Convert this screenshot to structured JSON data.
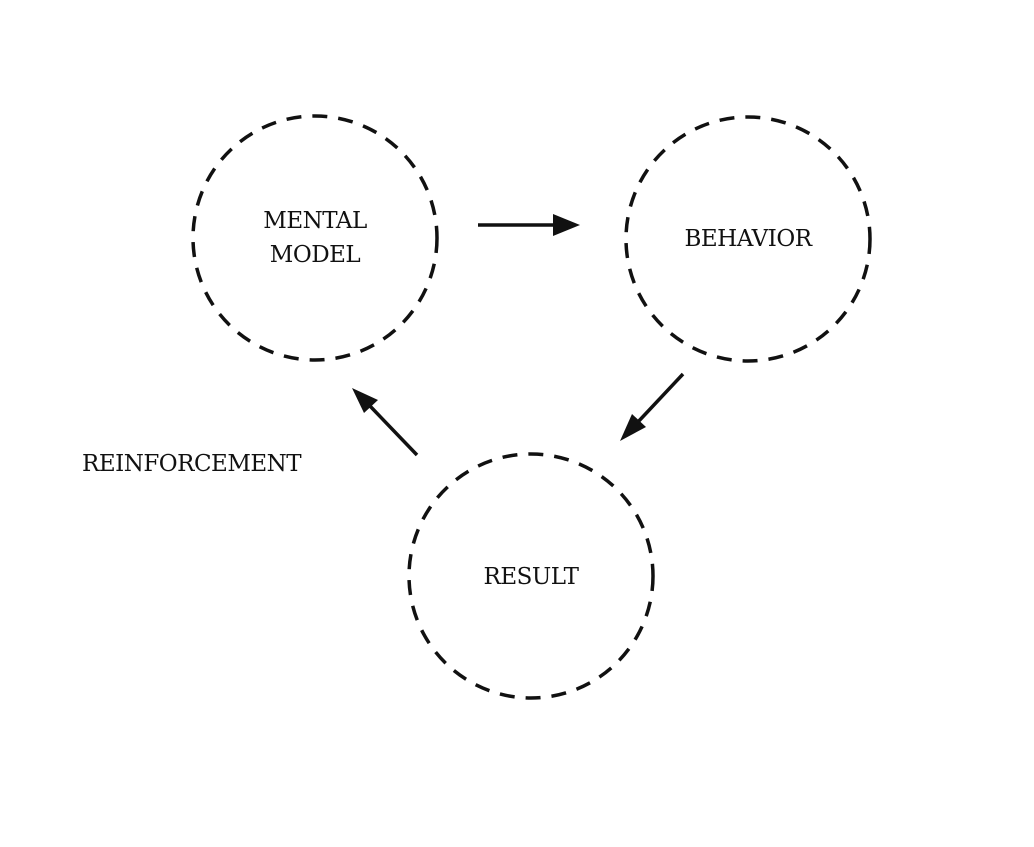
{
  "diagram": {
    "nodes": {
      "mental_model": {
        "line1": "MENTAL",
        "line2": "MODEL"
      },
      "behavior": {
        "label": "BEHAVIOR"
      },
      "result": {
        "label": "RESULT"
      }
    },
    "loop_label": "REINFORCEMENT",
    "edges": [
      {
        "from": "MENTAL MODEL",
        "to": "BEHAVIOR"
      },
      {
        "from": "BEHAVIOR",
        "to": "RESULT"
      },
      {
        "from": "RESULT",
        "to": "MENTAL MODEL"
      }
    ]
  }
}
